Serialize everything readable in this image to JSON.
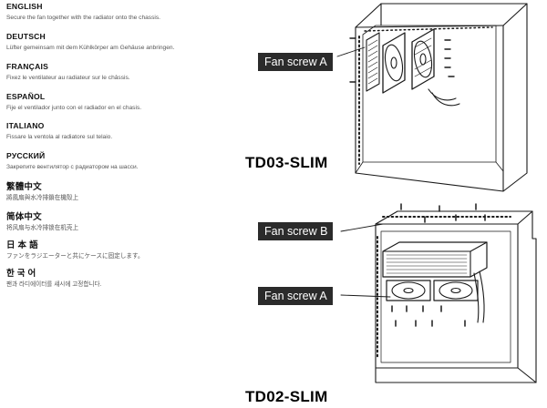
{
  "languages": [
    {
      "title": "ENGLISH",
      "text": "Secure the fan together with the radiator onto the chassis."
    },
    {
      "title": "DEUTSCH",
      "text": "Lüfter gemeinsam mit dem Kühlkörper am Gehäuse anbringen."
    },
    {
      "title": "FRANÇAIS",
      "text": "Fixez le ventilateur au radiateur sur le châssis."
    },
    {
      "title": "ESPAÑOL",
      "text": "Fije el ventilador junto con el radiador en el chasis."
    },
    {
      "title": "ITALIANO",
      "text": "Fissare la ventola al radiatore sul telaio."
    },
    {
      "title": "РУССКИЙ",
      "text": "Закрепите вентилятор с радиатором на шасси."
    },
    {
      "title": "繁體中文",
      "text": "將風扇與水冷排鎖在機殼上"
    },
    {
      "title": "简体中文",
      "text": "将风扇与水冷排锁在机壳上"
    },
    {
      "title": "日 本 語",
      "text": "ファンをラジエーターと共にケースに固定します。"
    },
    {
      "title": "한 국 어",
      "text": "팬과 라디에이터를 섀시에 고정합니다."
    }
  ],
  "diagrams": {
    "top": {
      "model": "TD03-SLIM",
      "callout": "Fan screw A"
    },
    "bottom": {
      "model": "TD02-SLIM",
      "callout_b": "Fan screw B",
      "callout_a": "Fan screw A"
    }
  }
}
